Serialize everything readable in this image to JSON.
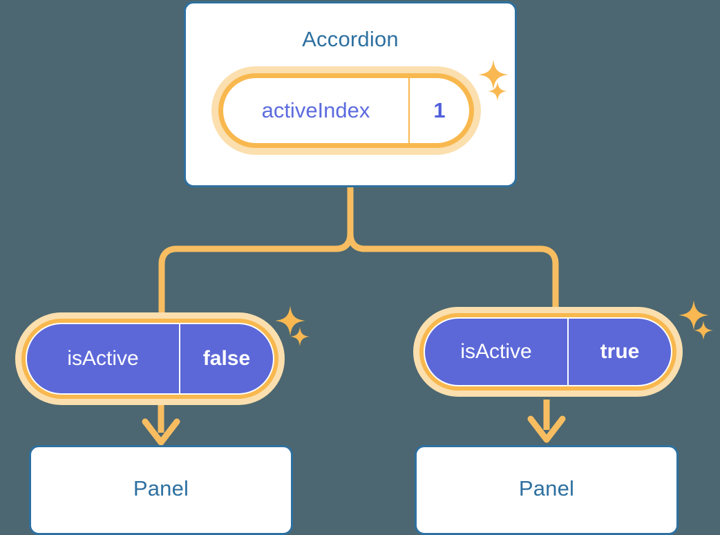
{
  "background_color": "#4c6771",
  "palette": {
    "card_border_blue": "#2e70a0",
    "card_title_blue": "#2e70a0",
    "pill_ring_orange": "#f8b84e",
    "pill_glow_orange": "#fbdfae",
    "pill_purple_fill": "#5c68d8",
    "value_purple_text": "#4f5fdb",
    "key_purple_text": "#5c6bde",
    "white": "#ffffff",
    "connector_orange": "#f8bd61"
  },
  "diagram": {
    "type": "component-state-tree",
    "root": {
      "title": "Accordion",
      "state_pill": {
        "style": "white",
        "key": "activeIndex",
        "value": "1"
      }
    },
    "children": [
      {
        "id": "left",
        "state_pill": {
          "style": "purple",
          "key": "isActive",
          "value": "false"
        },
        "panel": {
          "title": "Panel"
        }
      },
      {
        "id": "right",
        "state_pill": {
          "style": "purple",
          "key": "isActive",
          "value": "true"
        },
        "panel": {
          "title": "Panel"
        }
      }
    ],
    "sparkles": [
      {
        "name": "sparkle-top-big",
        "size": 44
      },
      {
        "name": "sparkle-top-small",
        "size": 28
      },
      {
        "name": "sparkle-left-big",
        "size": 44
      },
      {
        "name": "sparkle-left-small",
        "size": 28
      },
      {
        "name": "sparkle-right-big",
        "size": 44
      },
      {
        "name": "sparkle-right-small",
        "size": 28
      }
    ]
  }
}
